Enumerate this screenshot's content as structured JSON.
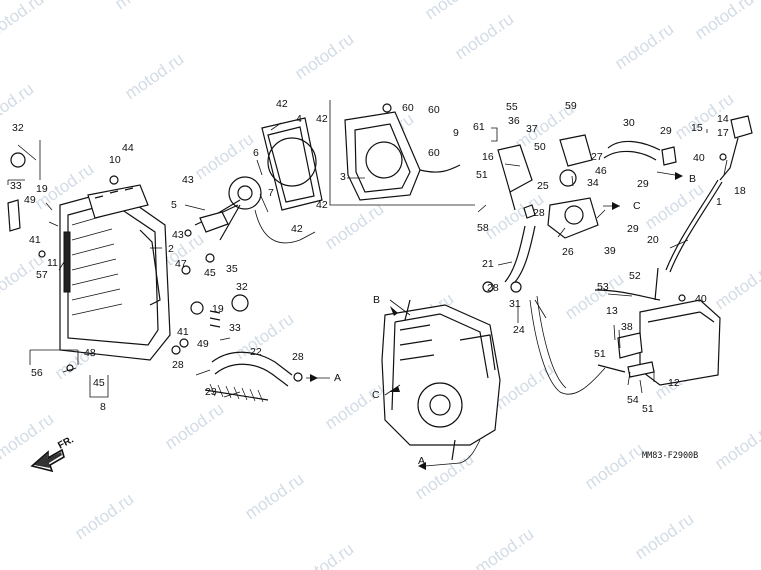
{
  "diagram": {
    "drawing_code": "MM83-F2900B",
    "direction_label": "FR.",
    "watermark": "motod.ru",
    "callouts": [
      "1",
      "2",
      "3",
      "4",
      "5",
      "6",
      "7",
      "8",
      "9",
      "10",
      "11",
      "12",
      "13",
      "14",
      "15",
      "16",
      "17",
      "18",
      "19",
      "20",
      "21",
      "22",
      "23",
      "24",
      "25",
      "26",
      "27",
      "28",
      "29",
      "30",
      "31",
      "32",
      "33",
      "34",
      "35",
      "36",
      "37",
      "38",
      "39",
      "40",
      "41",
      "42",
      "43",
      "44",
      "45",
      "46",
      "47",
      "48",
      "49",
      "50",
      "51",
      "52",
      "53",
      "54",
      "55",
      "56",
      "57",
      "58",
      "59",
      "60",
      "61"
    ],
    "connectors": [
      "A",
      "B",
      "C"
    ]
  }
}
